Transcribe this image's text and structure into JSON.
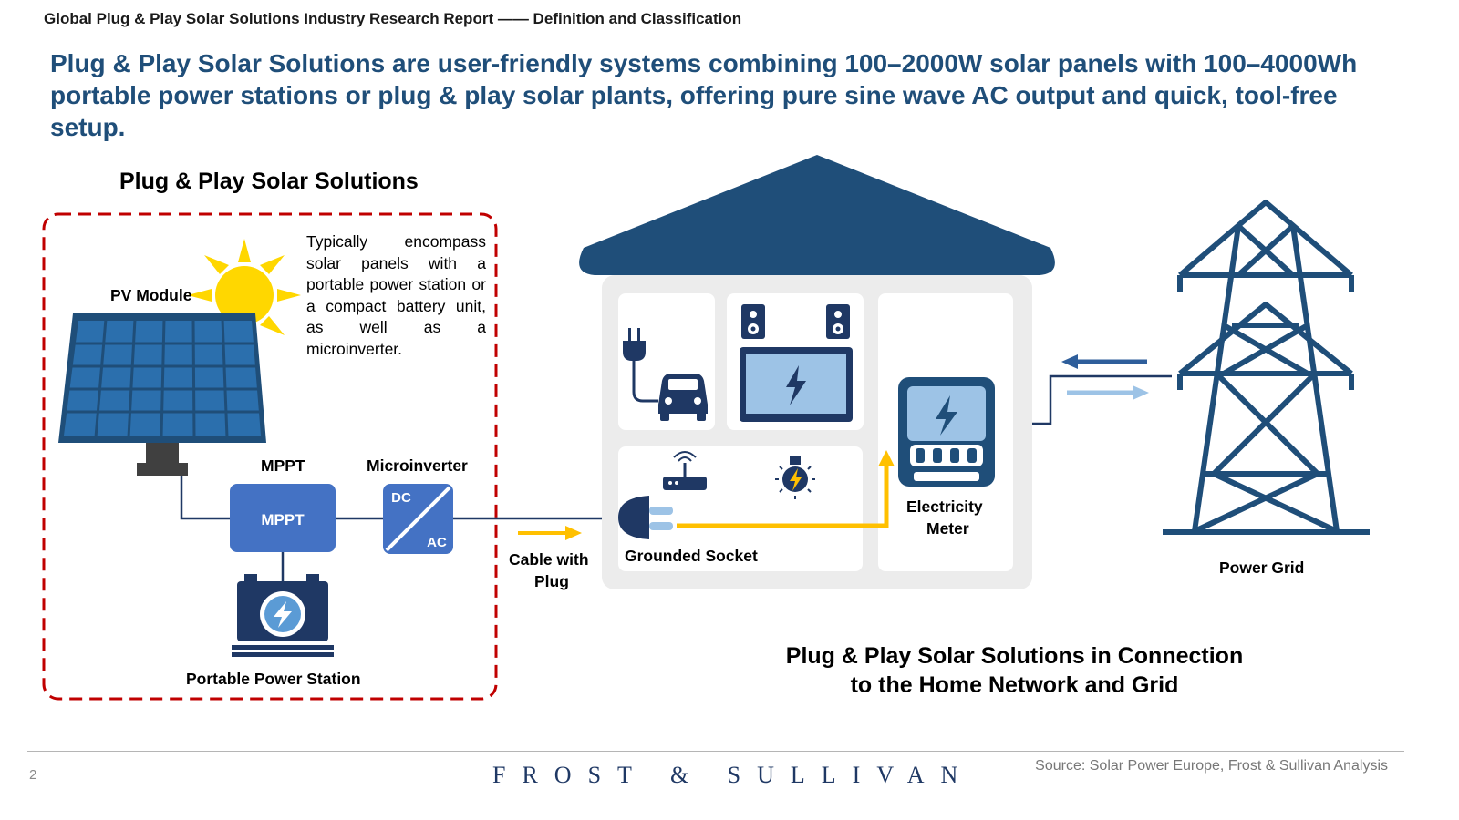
{
  "header": {
    "title": "Global Plug & Play Solar Solutions Industry Research Report —— Definition and Classification"
  },
  "headline": "Plug & Play Solar Solutions are user-friendly systems combining 100–2000W solar panels with 100–4000Wh portable power stations or plug & play solar plants, offering pure sine wave AC output and quick, tool-free setup.",
  "left_panel": {
    "title": "Plug & Play Solar Solutions",
    "pv_module": "PV Module",
    "description": "Typically encompass solar panels with a portable power station or a compact battery unit, as well as a microinverter.",
    "mppt_label": "MPPT",
    "mppt_box": "MPPT",
    "microinverter_label": "Microinverter",
    "dc": "DC",
    "ac": "AC",
    "portable_power_station": "Portable Power Station"
  },
  "connection": {
    "cable_line1": "Cable with",
    "cable_line2": "Plug"
  },
  "house": {
    "grounded_socket": "Grounded Socket",
    "meter_line1": "Electricity",
    "meter_line2": "Meter"
  },
  "grid": {
    "label": "Power Grid"
  },
  "caption": {
    "line1": "Plug & Play Solar Solutions in Connection",
    "line2": "to the Home Network and Grid"
  },
  "footer": {
    "page": "2",
    "brand": "FROST & SULLIVAN",
    "source": "Source: Solar Power Europe, Frost & Sullivan Analysis"
  },
  "colors": {
    "navy": "#1f4e79",
    "house_roof": "#1f4e79",
    "module_blue": "#4472c4",
    "sun": "#ffd700",
    "flow_arrow": "#ffc000",
    "dashed_border": "#c00000",
    "light_blue": "#9dc3e6"
  },
  "icons": [
    "sun-icon",
    "solar-panel-icon",
    "battery-icon",
    "plug-icon",
    "car-icon",
    "speaker-icon",
    "tv-icon",
    "router-icon",
    "bulb-icon",
    "meter-icon",
    "pylon-icon",
    "arrow-left-icon",
    "arrow-right-icon"
  ]
}
